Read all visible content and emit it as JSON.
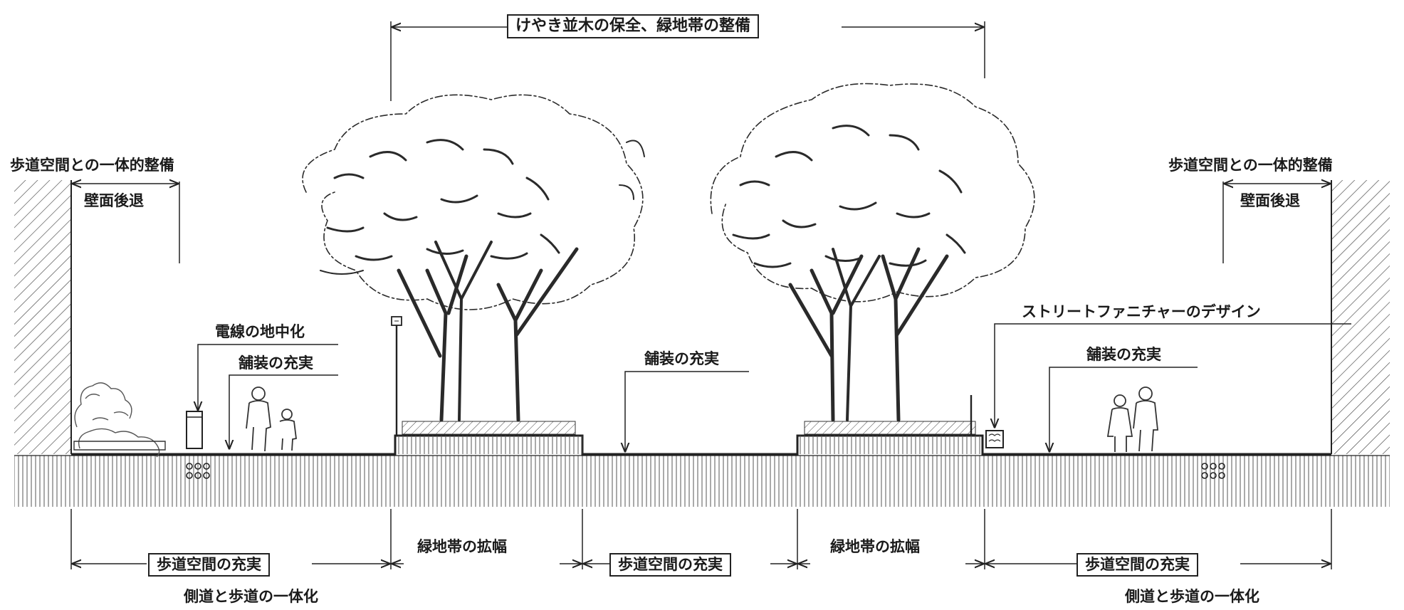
{
  "title": "けやき並木の保全、緑地帯の整備",
  "left": {
    "integration": "歩道空間との一体的整備",
    "setback": "壁面後退",
    "undergrounding": "電線の地中化",
    "paving": "舗装の充実"
  },
  "center": {
    "paving": "舗装の充実"
  },
  "right": {
    "integration": "歩道空間との一体的整備",
    "setback": "壁面後退",
    "furniture": "ストリートファニチャーのデザイン",
    "paving": "舗装の充実"
  },
  "bottom": {
    "segments": [
      "歩道空間の充実",
      "緑地帯の拡幅",
      "歩道空間の充実",
      "緑地帯の拡幅",
      "歩道空間の充実"
    ],
    "left_note": "側道と歩道の一体化",
    "right_note": "側道と歩道の一体化"
  }
}
